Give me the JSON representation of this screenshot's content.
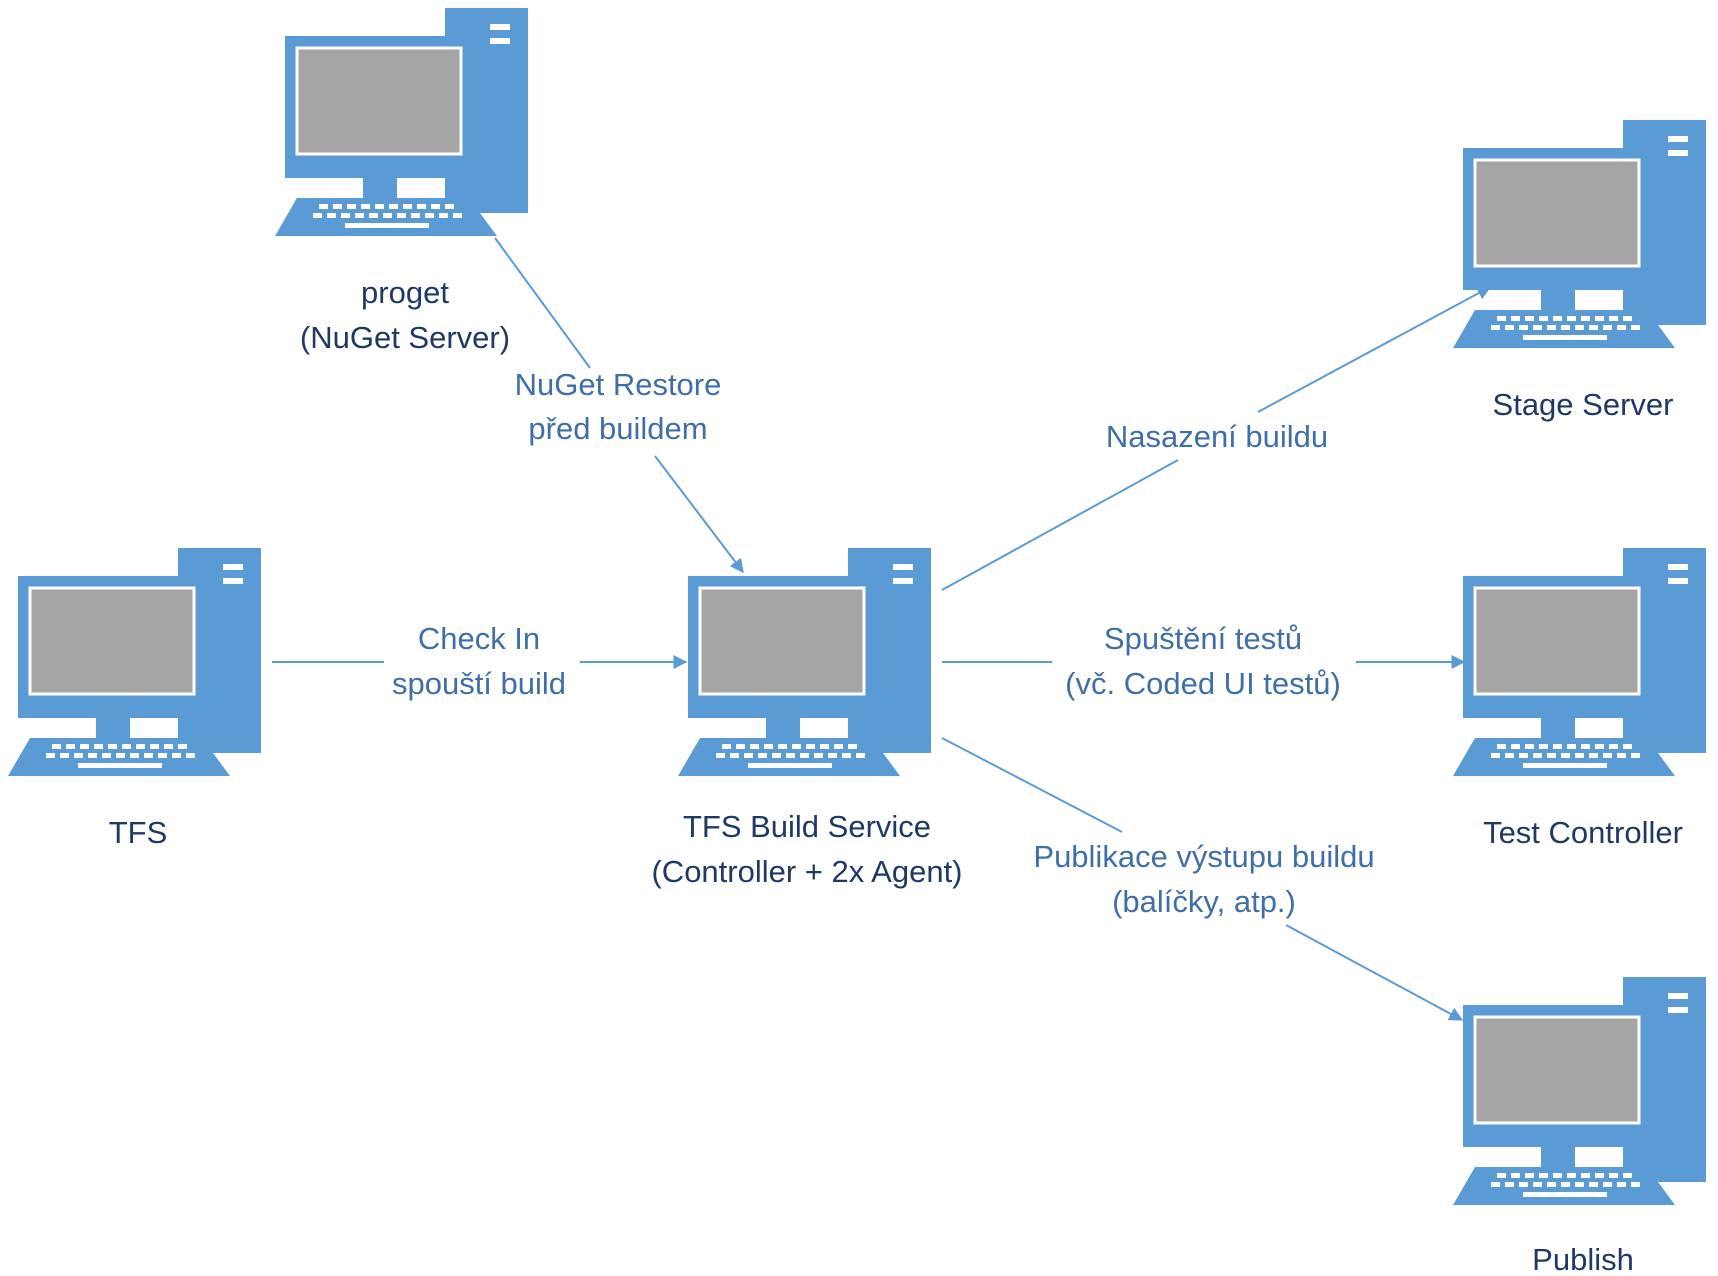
{
  "nodes": {
    "proget": {
      "label_line1": "proget",
      "label_line2": "(NuGet Server)"
    },
    "tfs": {
      "label_line1": "TFS"
    },
    "build": {
      "label_line1": "TFS Build Service",
      "label_line2": "(Controller + 2x Agent)"
    },
    "stage": {
      "label_line1": "Stage Server"
    },
    "test": {
      "label_line1": "Test Controller"
    },
    "publish": {
      "label_line1": "Publish"
    }
  },
  "edges": {
    "nuget": {
      "line1": "NuGet Restore",
      "line2": "před buildem"
    },
    "checkin": {
      "line1": "Check In",
      "line2": "spouští build"
    },
    "deploy": {
      "line1": "Nasazení buildu"
    },
    "tests": {
      "line1": "Spuštění testů",
      "line2": "(vč. Coded UI testů)"
    },
    "publish": {
      "line1": "Publikace výstupu buildu",
      "line2": "(balíčky, atp.)"
    }
  },
  "colors": {
    "computer": "#5b9bd5",
    "screen": "#a5a5a5",
    "node_text": "#1f3864",
    "edge_text": "#3f6fa6"
  },
  "icon": "desktop-computer-icon"
}
